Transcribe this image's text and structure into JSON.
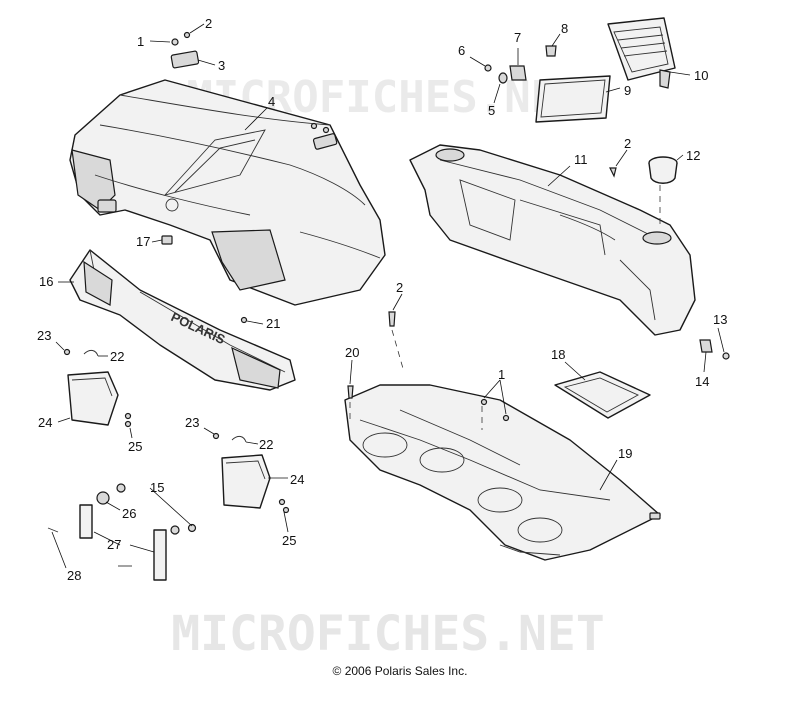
{
  "diagram": {
    "watermark_top": "MICROFICHES.NET",
    "watermark_bottom": "MICROFICHES.NET",
    "hood_logo": "POLARIS",
    "copyright": "© 2006 Polaris Sales Inc.",
    "callouts": {
      "c1a": "1",
      "c2a": "2",
      "c3": "3",
      "c4": "4",
      "c5": "5",
      "c6": "6",
      "c7": "7",
      "c8": "8",
      "c9": "9",
      "c10": "10",
      "c11": "11",
      "c2b": "2",
      "c12": "12",
      "c17": "17",
      "c16": "16",
      "c21": "21",
      "c23a": "23",
      "c22a": "22",
      "c24a": "24",
      "c25a": "25",
      "c23b": "23",
      "c22b": "22",
      "c24b": "24",
      "c25b": "25",
      "c15": "15",
      "c26": "26",
      "c27": "27",
      "c28": "28",
      "c2c": "2",
      "c20": "20",
      "c1b": "1",
      "c18": "18",
      "c19": "19",
      "c13": "13",
      "c14": "14"
    }
  }
}
